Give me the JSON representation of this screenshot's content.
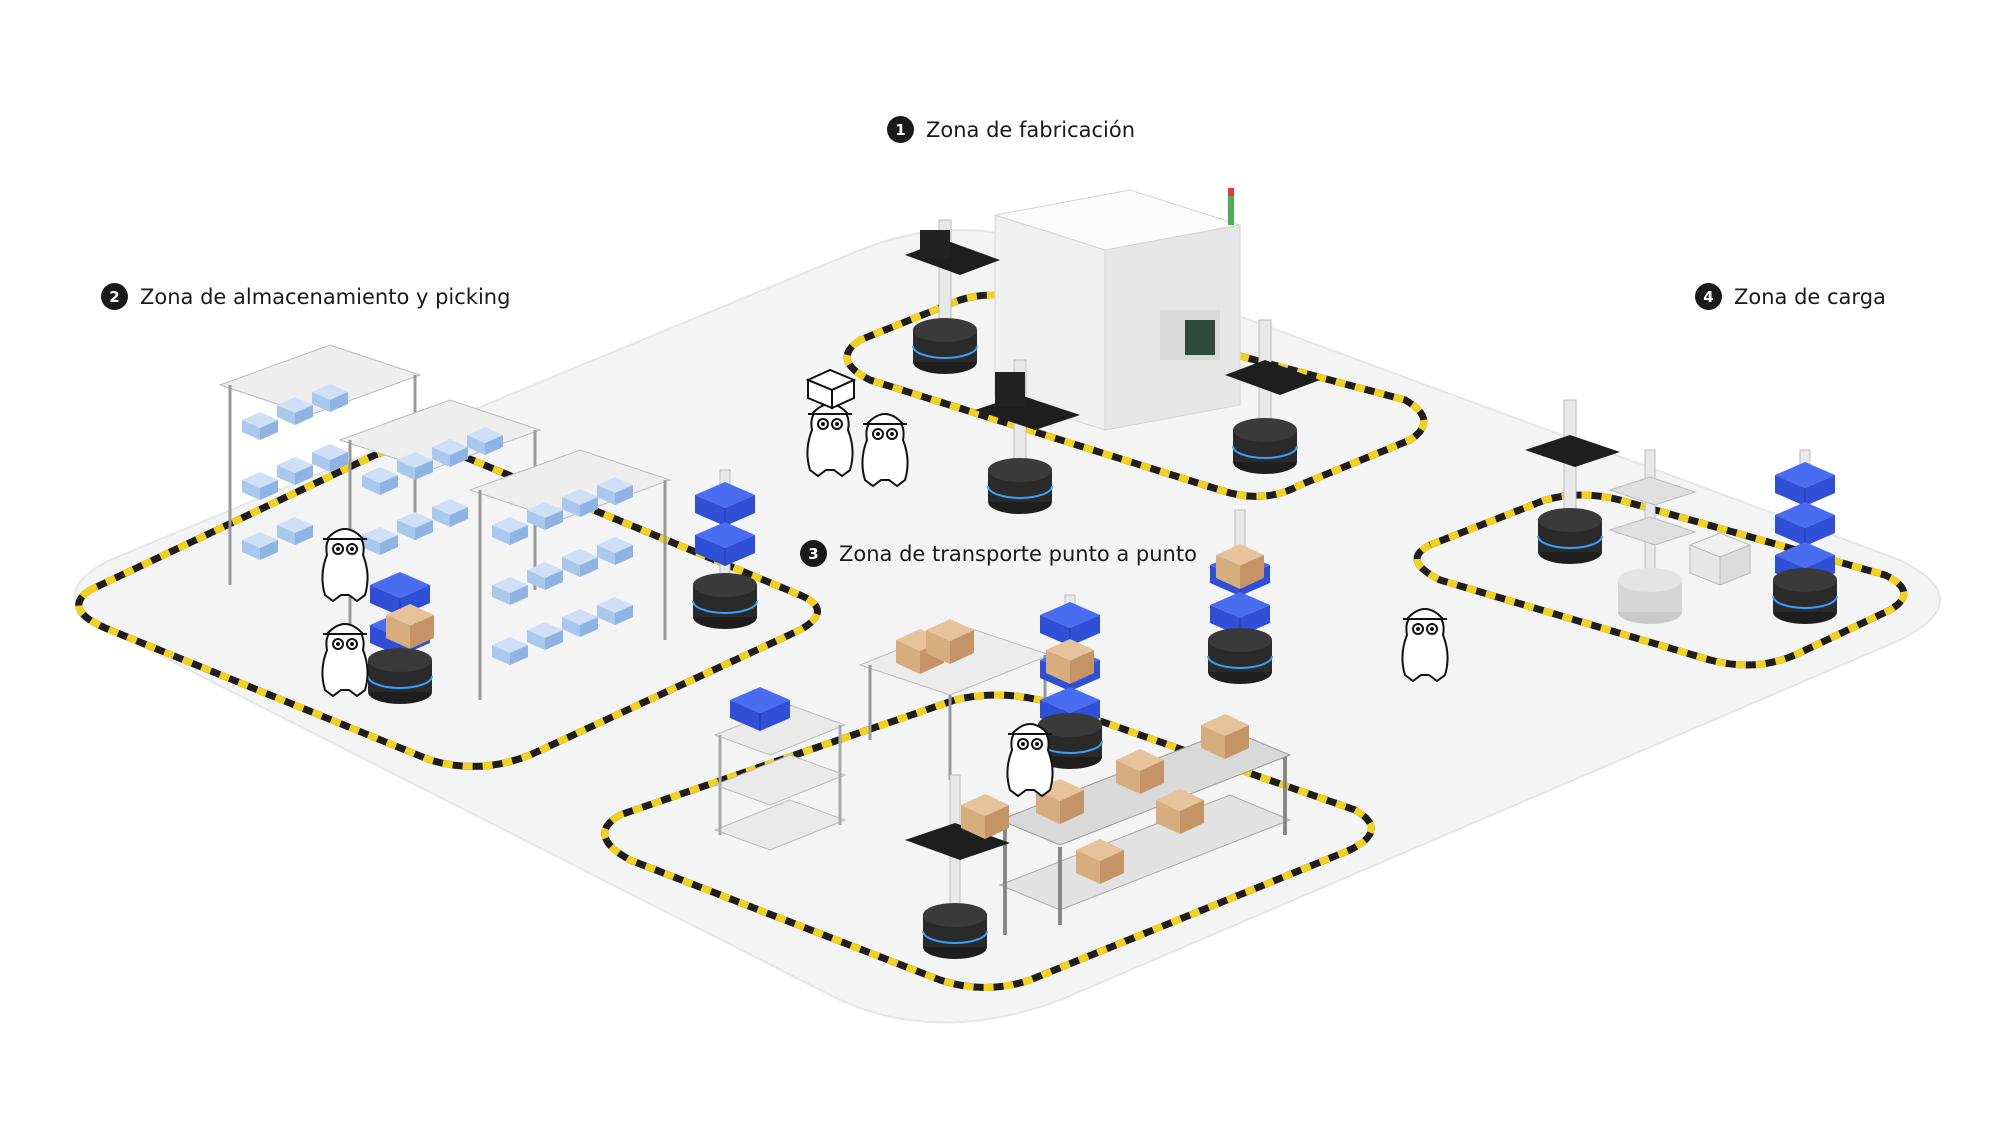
{
  "zones": [
    {
      "number": "1",
      "label": "Zona de fabricación"
    },
    {
      "number": "2",
      "label": "Zona de almacenamiento y picking"
    },
    {
      "number": "3",
      "label": "Zona de transporte punto a punto"
    },
    {
      "number": "4",
      "label": "Zona de carga"
    }
  ],
  "colors": {
    "floor": "#f4f4f4",
    "track_yellow": "#f2d21a",
    "track_black": "#1e1e1e",
    "bin_blue": "#2f4fd6",
    "box_brown": "#d8ad7e",
    "robot_dark": "#2a2a2a",
    "shelf_bin": "#a9c8ee",
    "machine": "#f3f3f3"
  },
  "icons": [
    "numbered-circle-icon",
    "robot-icon",
    "mascot-icon",
    "shelf-icon",
    "conveyor-icon",
    "machine-icon"
  ]
}
